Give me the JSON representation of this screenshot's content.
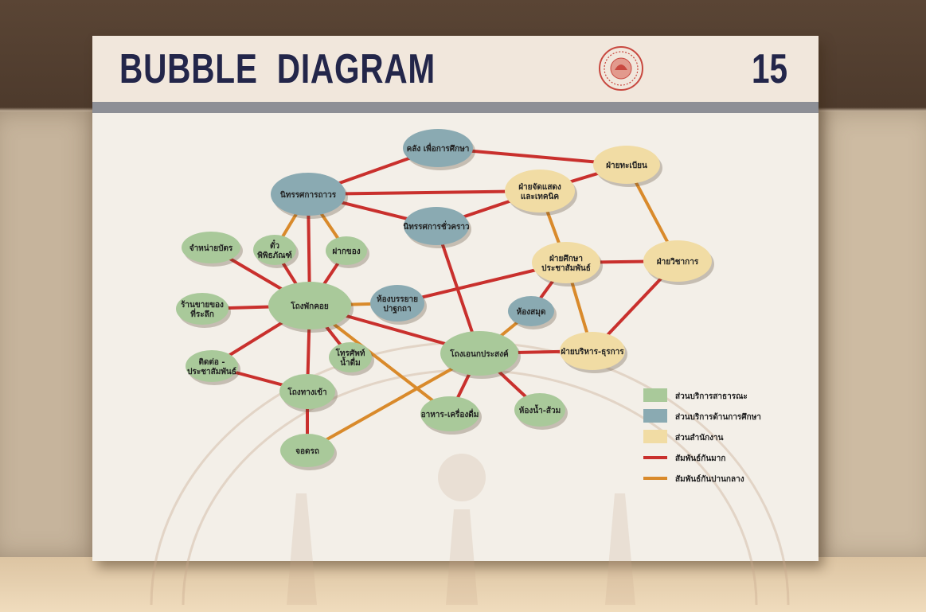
{
  "board": {
    "title": "BUBBLE  DIAGRAM",
    "sheet_number": "15"
  },
  "colors": {
    "green": "#a9c99a",
    "blue": "#8aaab2",
    "yellow": "#f1dca4",
    "strong_line": "#c9302d",
    "medium_line": "#d98a2b"
  },
  "bubbles": [
    {
      "id": "n1",
      "lines": [
        "คลัง เพื่อการศึกษา"
      ],
      "color": "blue"
    },
    {
      "id": "n2",
      "lines": [
        "ฝ่ายทะเบียน"
      ],
      "color": "yellow"
    },
    {
      "id": "n3",
      "lines": [
        "นิทรรศการถาวร"
      ],
      "color": "blue"
    },
    {
      "id": "n4",
      "lines": [
        "ฝ่ายจัดแสดง",
        "และเทคนิค"
      ],
      "color": "yellow"
    },
    {
      "id": "n5",
      "lines": [
        "นิทรรศการชั่วคราว"
      ],
      "color": "blue"
    },
    {
      "id": "n6",
      "lines": [
        "ฝ่ายศึกษา",
        "ประชาสัมพันธ์"
      ],
      "color": "yellow"
    },
    {
      "id": "n7",
      "lines": [
        "ฝ่ายวิชาการ"
      ],
      "color": "yellow"
    },
    {
      "id": "n8",
      "lines": [
        "จำหน่ายบัตร"
      ],
      "color": "green"
    },
    {
      "id": "n9",
      "lines": [
        "ตั๋ว",
        "พิพิธภัณฑ์"
      ],
      "color": "green"
    },
    {
      "id": "n10",
      "lines": [
        "ฝากของ"
      ],
      "color": "green"
    },
    {
      "id": "n11",
      "lines": [
        "โถงพักคอย"
      ],
      "color": "green"
    },
    {
      "id": "n12",
      "lines": [
        "ห้องบรรยาย",
        "ปาฐกถา"
      ],
      "color": "blue"
    },
    {
      "id": "n13",
      "lines": [
        "ห้องสมุด"
      ],
      "color": "blue"
    },
    {
      "id": "n14",
      "lines": [
        "ร้านขายของ",
        "ที่ระลึก"
      ],
      "color": "green"
    },
    {
      "id": "n15",
      "lines": [
        "โทรศัพท์",
        "น้ำดื่ม"
      ],
      "color": "green"
    },
    {
      "id": "n16",
      "lines": [
        "โถงเอนกประสงค์"
      ],
      "color": "green"
    },
    {
      "id": "n17",
      "lines": [
        "ฝ่ายบริหาร-ธุรการ"
      ],
      "color": "yellow"
    },
    {
      "id": "n18",
      "lines": [
        "ติดต่อ -",
        "ประชาสัมพันธ์"
      ],
      "color": "green"
    },
    {
      "id": "n19",
      "lines": [
        "โถงทางเข้า"
      ],
      "color": "green"
    },
    {
      "id": "n20",
      "lines": [
        "อาหาร-เครื่องดื่ม"
      ],
      "color": "green"
    },
    {
      "id": "n21",
      "lines": [
        "ห้องน้ำ-ส้วม"
      ],
      "color": "green"
    },
    {
      "id": "n22",
      "lines": [
        "จอดรถ"
      ],
      "color": "green"
    }
  ],
  "links": [
    {
      "a": "n3",
      "b": "n1",
      "rel": "strong"
    },
    {
      "a": "n1",
      "b": "n2",
      "rel": "strong"
    },
    {
      "a": "n3",
      "b": "n4",
      "rel": "strong"
    },
    {
      "a": "n3",
      "b": "n5",
      "rel": "strong"
    },
    {
      "a": "n5",
      "b": "n4",
      "rel": "strong"
    },
    {
      "a": "n4",
      "b": "n2",
      "rel": "strong"
    },
    {
      "a": "n4",
      "b": "n6",
      "rel": "medium"
    },
    {
      "a": "n2",
      "b": "n7",
      "rel": "medium"
    },
    {
      "a": "n6",
      "b": "n7",
      "rel": "strong"
    },
    {
      "a": "n3",
      "b": "n9",
      "rel": "medium"
    },
    {
      "a": "n3",
      "b": "n10",
      "rel": "medium"
    },
    {
      "a": "n3",
      "b": "n11",
      "rel": "strong"
    },
    {
      "a": "n8",
      "b": "n11",
      "rel": "strong"
    },
    {
      "a": "n9",
      "b": "n11",
      "rel": "strong"
    },
    {
      "a": "n10",
      "b": "n11",
      "rel": "strong"
    },
    {
      "a": "n14",
      "b": "n11",
      "rel": "strong"
    },
    {
      "a": "n11",
      "b": "n12",
      "rel": "medium"
    },
    {
      "a": "n12",
      "b": "n6",
      "rel": "strong"
    },
    {
      "a": "n11",
      "b": "n15",
      "rel": "strong"
    },
    {
      "a": "n11",
      "b": "n16",
      "rel": "strong"
    },
    {
      "a": "n11",
      "b": "n20",
      "rel": "medium"
    },
    {
      "a": "n11",
      "b": "n18",
      "rel": "strong"
    },
    {
      "a": "n11",
      "b": "n19",
      "rel": "strong"
    },
    {
      "a": "n18",
      "b": "n19",
      "rel": "strong"
    },
    {
      "a": "n19",
      "b": "n22",
      "rel": "strong"
    },
    {
      "a": "n5",
      "b": "n16",
      "rel": "strong"
    },
    {
      "a": "n16",
      "b": "n13",
      "rel": "medium"
    },
    {
      "a": "n13",
      "b": "n6",
      "rel": "strong"
    },
    {
      "a": "n6",
      "b": "n17",
      "rel": "medium"
    },
    {
      "a": "n16",
      "b": "n17",
      "rel": "strong"
    },
    {
      "a": "n7",
      "b": "n17",
      "rel": "strong"
    },
    {
      "a": "n16",
      "b": "n20",
      "rel": "strong"
    },
    {
      "a": "n16",
      "b": "n21",
      "rel": "strong"
    },
    {
      "a": "n16",
      "b": "n22",
      "rel": "medium"
    }
  ],
  "legend": [
    {
      "kind": "swatch",
      "color": "green",
      "label": "ส่วนบริการสาธารณะ"
    },
    {
      "kind": "swatch",
      "color": "blue",
      "label": "ส่วนบริการด้านการศึกษา"
    },
    {
      "kind": "swatch",
      "color": "yellow",
      "label": "ส่วนสำนักงาน"
    },
    {
      "kind": "line",
      "color": "strong_line",
      "label": "สัมพันธ์กันมาก"
    },
    {
      "kind": "line",
      "color": "medium_line",
      "label": "สัมพันธ์กันปานกลาง"
    }
  ]
}
